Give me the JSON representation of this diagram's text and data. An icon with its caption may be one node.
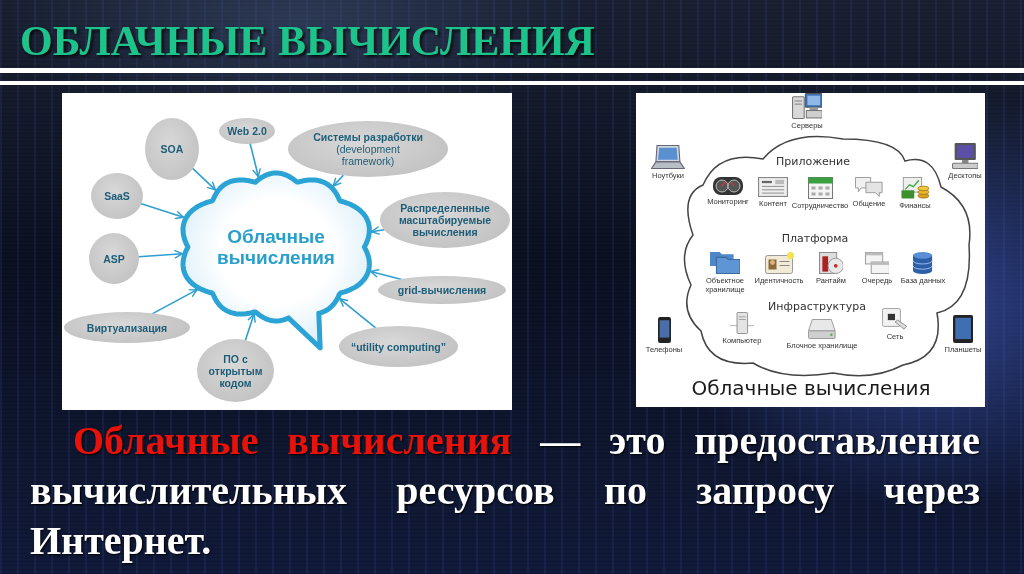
{
  "diagram": {
    "title": "ОБЛАЧНЫЕ ВЫЧИСЛЕНИЯ",
    "caption": "**Облачные вычисления** — это предоставление вычислительных ресурсов по запросу через Интернет.",
    "nodes": [
      {
        "text": [
          "Облачные вычисления"
        ]
      },
      {
        "text": [
          "SOA"
        ]
      },
      {
        "text": [
          "Web 2.0"
        ]
      },
      {
        "text": [
          "Системы разработки",
          "(development framework)"
        ]
      },
      {
        "text": [
          "SaaS"
        ]
      },
      {
        "text": [
          "Распределенные масштабируемые вычисления"
        ]
      },
      {
        "text": [
          "ASP"
        ]
      },
      {
        "text": [
          "grid-вычисления"
        ]
      },
      {
        "text": [
          "Виртуализация"
        ]
      },
      {
        "text": [
          "“utility computing”"
        ]
      },
      {
        "text": [
          "ПО с открытым кодом"
        ]
      },
      {
        "text": [
          "Серверы"
        ]
      },
      {
        "text": [
          "Ноутбуки"
        ]
      },
      {
        "text": [
          "Десктопы"
        ]
      },
      {
        "text": [
          "Приложение",
          "Платформа",
          "Инфраструктура"
        ],
        "beside": [
          "Облачные вычисления"
        ]
      },
      {
        "text": [
          "Мониторинг"
        ],
        "in": 14
      },
      {
        "text": [
          "Контент"
        ],
        "in": 14
      },
      {
        "text": [
          "Сотрудничество"
        ],
        "in": 14
      },
      {
        "text": [
          "Общение"
        ],
        "in": 14
      },
      {
        "text": [
          "Финансы"
        ],
        "in": 14
      },
      {
        "text": [
          "Объектное хранилище"
        ],
        "in": 14
      },
      {
        "text": [
          "Идентичность"
        ],
        "in": 14
      },
      {
        "text": [
          "Рантайм"
        ],
        "in": 14
      },
      {
        "text": [
          "Очередь"
        ],
        "in": 14
      },
      {
        "text": [
          "База данных"
        ],
        "in": 14
      },
      {
        "text": [
          "Компьютер"
        ],
        "in": 14
      },
      {
        "text": [
          "Блочное хранилище"
        ],
        "in": 14
      },
      {
        "text": [
          "Сеть"
        ],
        "in": 14
      },
      {
        "text": [
          "Телефоны"
        ]
      },
      {
        "text": [
          "Планшеты"
        ]
      }
    ],
    "edges": [
      {
        "from": 1,
        "to": 0,
        "arrow": "to"
      },
      {
        "from": 2,
        "to": 0,
        "arrow": "to"
      },
      {
        "from": 3,
        "to": 0,
        "arrow": "to"
      },
      {
        "from": 4,
        "to": 0,
        "arrow": "to"
      },
      {
        "from": 5,
        "to": 0,
        "arrow": "to"
      },
      {
        "from": 6,
        "to": 0,
        "arrow": "to"
      },
      {
        "from": 7,
        "to": 0,
        "arrow": "to"
      },
      {
        "from": 8,
        "to": 0,
        "arrow": "to"
      },
      {
        "from": 9,
        "to": 0,
        "arrow": "to"
      },
      {
        "from": 10,
        "to": 0,
        "arrow": "to"
      }
    ]
  }
}
